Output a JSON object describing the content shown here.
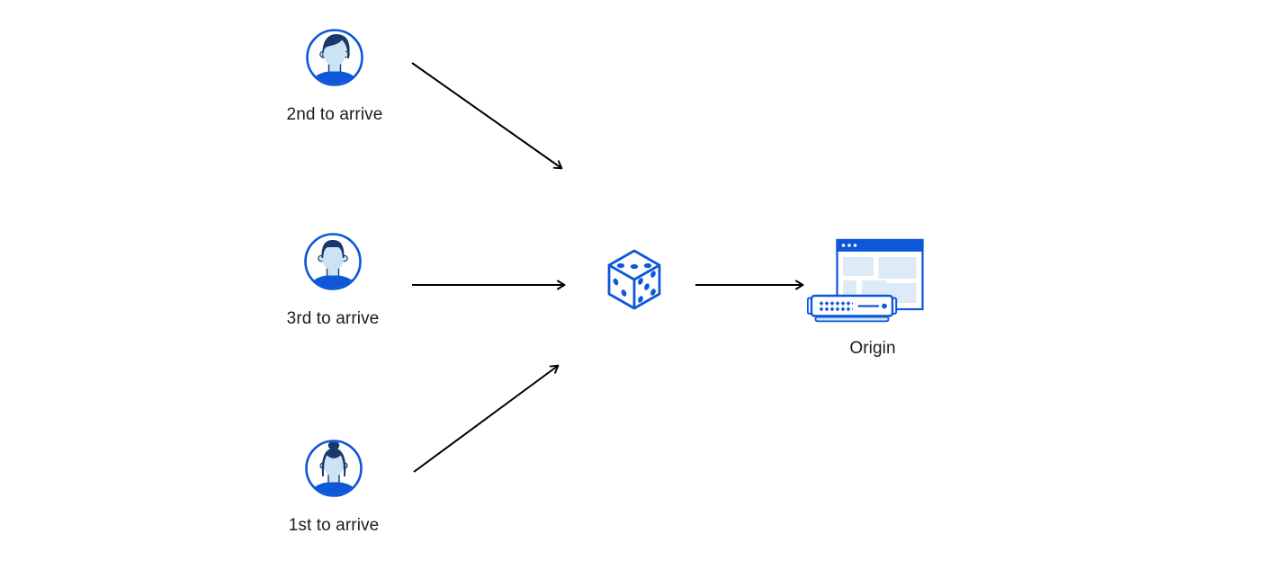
{
  "diagram": {
    "background": "#ffffff",
    "nodes": {
      "user_second": {
        "label": "2nd to arrive",
        "icon": "man-avatar-swept-hair-icon"
      },
      "user_third": {
        "label": "3rd to arrive",
        "icon": "man-avatar-short-hair-icon"
      },
      "user_first": {
        "label": "1st to arrive",
        "icon": "woman-avatar-bun-icon"
      },
      "dice": {
        "label": "",
        "icon": "dice-icon"
      },
      "origin": {
        "label": "Origin",
        "icon": "origin-server-browser-icon"
      }
    },
    "edges": [
      {
        "from": "user_second",
        "to": "dice",
        "style": "black-arrow"
      },
      {
        "from": "user_third",
        "to": "dice",
        "style": "black-arrow"
      },
      {
        "from": "user_first",
        "to": "dice",
        "style": "black-arrow"
      },
      {
        "from": "dice",
        "to": "origin",
        "style": "black-arrow"
      }
    ],
    "colors": {
      "accent_blue": "#0d57d8",
      "dark_navy": "#17396b",
      "skin_light_blue": "#cbe3f5",
      "pale_block_blue": "#ddeaf8",
      "server_base_blue": "#cfe4f7",
      "arrow_black": "#000000",
      "label_text": "#1c1c1e"
    }
  }
}
